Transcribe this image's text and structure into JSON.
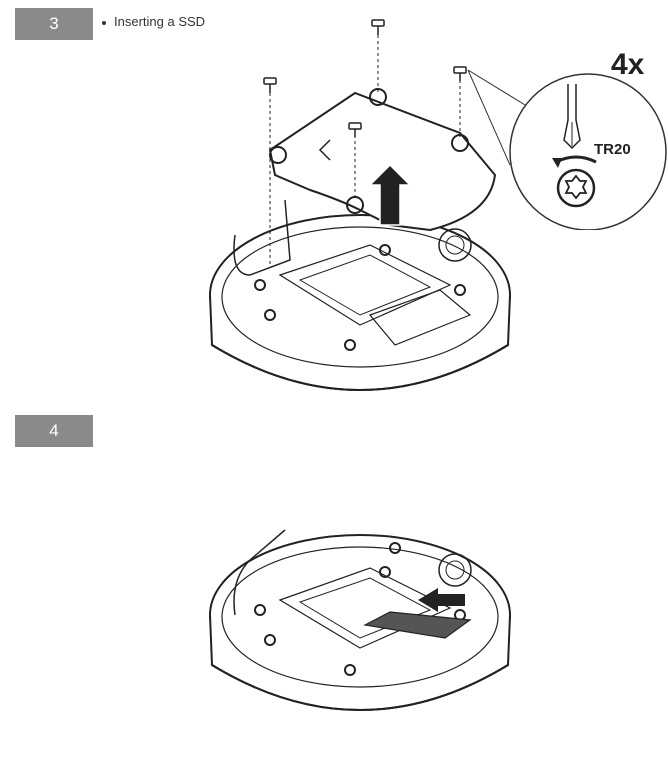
{
  "steps": [
    {
      "number": "3",
      "bullet": "Inserting a SSD"
    },
    {
      "number": "4"
    }
  ],
  "callout": {
    "quantity": "4x",
    "bit_size": "TR20"
  },
  "colors": {
    "badge": "#8a8a8a",
    "line": "#222222",
    "paper": "#ffffff"
  },
  "icons": [
    "screw-icon",
    "arrow-up-icon",
    "arrow-left-icon",
    "torx-rotate-icon",
    "screwdriver-icon"
  ]
}
